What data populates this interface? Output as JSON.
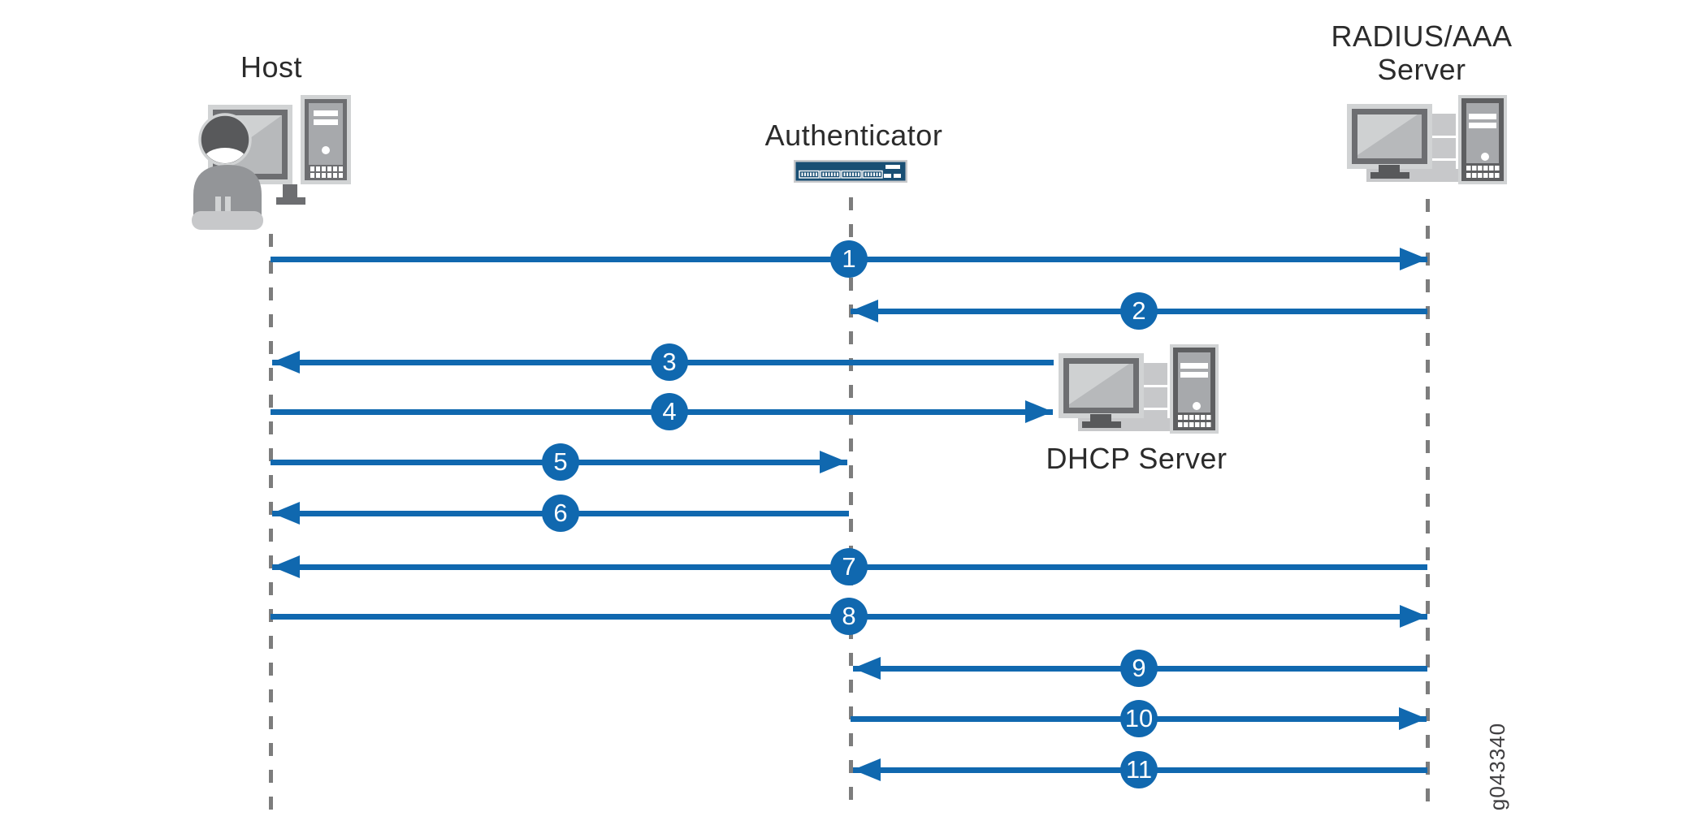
{
  "figure": {
    "graphic_id": "g043340",
    "background": "#ffffff",
    "type": "sequence-diagram"
  },
  "colors": {
    "arrow_blue": "#1068af",
    "switch_navy": "#194f74",
    "lifeline_gray": "#7d7d7d",
    "icon_light_gray": "#d1d3d4",
    "icon_mid_gray": "#a7a9ac",
    "icon_dark_gray": "#58595b",
    "label_text": "#2b2b2b"
  },
  "entities": {
    "host": {
      "label": "Host",
      "icon": "user-at-computer-icon"
    },
    "authenticator": {
      "label": "Authenticator",
      "icon": "network-switch-icon"
    },
    "radius_server": {
      "label_line1": "RADIUS/AAA",
      "label_line2": "Server",
      "icon": "server-computer-icon"
    },
    "dhcp_server": {
      "label": "DHCP Server",
      "icon": "server-computer-icon"
    }
  },
  "messages": [
    {
      "step": "1",
      "from": "host",
      "to": "radius_server"
    },
    {
      "step": "2",
      "from": "radius_server",
      "to": "authenticator"
    },
    {
      "step": "3",
      "from": "dhcp_server",
      "to": "host"
    },
    {
      "step": "4",
      "from": "host",
      "to": "dhcp_server"
    },
    {
      "step": "5",
      "from": "host",
      "to": "authenticator"
    },
    {
      "step": "6",
      "from": "authenticator",
      "to": "host"
    },
    {
      "step": "7",
      "from": "radius_server",
      "to": "host"
    },
    {
      "step": "8",
      "from": "host",
      "to": "radius_server"
    },
    {
      "step": "9",
      "from": "radius_server",
      "to": "authenticator"
    },
    {
      "step": "10",
      "from": "authenticator",
      "to": "radius_server"
    },
    {
      "step": "11",
      "from": "radius_server",
      "to": "authenticator"
    }
  ]
}
